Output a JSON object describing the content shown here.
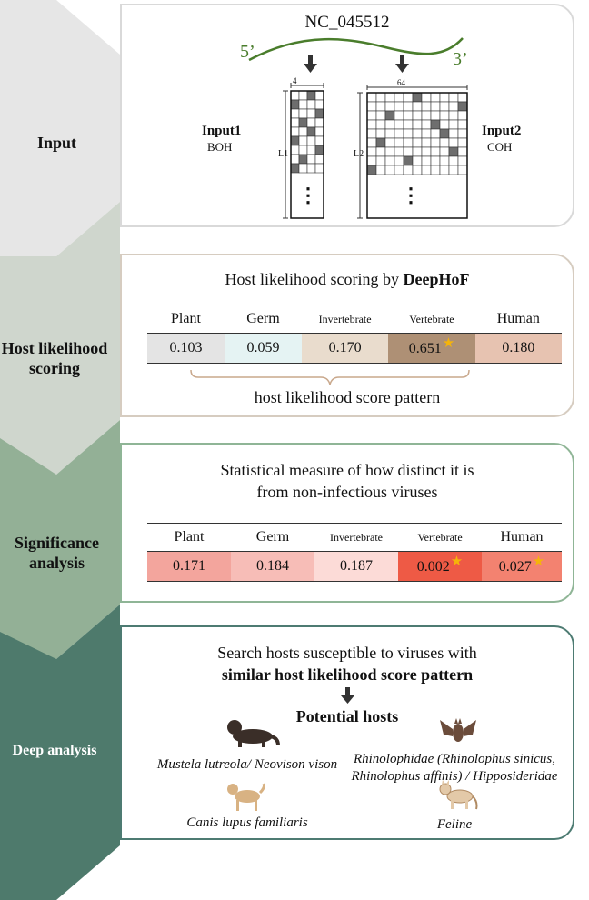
{
  "stages": [
    {
      "label": "Input",
      "color": "#e6e6e6",
      "text_color": "#111111"
    },
    {
      "label": "Host likelihood scoring",
      "color": "#cfd6cd",
      "text_color": "#111111"
    },
    {
      "label": "Significance analysis",
      "color": "#93b096",
      "text_color": "#111111"
    },
    {
      "label": "Deep analysis",
      "color": "#4e7a6c",
      "text_color": "#ffffff"
    }
  ],
  "input": {
    "accession": "NC_045512",
    "five_prime": "5’",
    "three_prime": "3’",
    "input1_label": "Input1",
    "input1_sub": "BOH",
    "input1_width": "4",
    "input1_len": "L1",
    "input2_label": "Input2",
    "input2_sub": "COH",
    "input2_width": "64",
    "input2_len": "L2",
    "ellipsis": "⋮"
  },
  "scoring": {
    "title_prefix": "Host likelihood scoring by ",
    "title_bold": "DeepHoF",
    "headers": [
      "Plant",
      "Germ",
      "Invertebrate",
      "Vertebrate",
      "Human"
    ],
    "values": [
      "0.103",
      "0.059",
      "0.170",
      "0.651",
      "0.180"
    ],
    "colors": [
      "#e4e4e4",
      "#e5f3f3",
      "#e9dccd",
      "#ae9075",
      "#e7c3b1"
    ],
    "starred": [
      false,
      false,
      false,
      true,
      false
    ],
    "pattern_label": "host likelihood score pattern"
  },
  "significance": {
    "title_line1": "Statistical measure of how distinct it is",
    "title_line2": "from non-infectious viruses",
    "headers": [
      "Plant",
      "Germ",
      "Invertebrate",
      "Vertebrate",
      "Human"
    ],
    "values": [
      "0.171",
      "0.184",
      "0.187",
      "0.002",
      "0.027"
    ],
    "colors": [
      "#f3a59d",
      "#f7bdb7",
      "#fcdbd7",
      "#ee5a45",
      "#f38270"
    ],
    "starred": [
      false,
      false,
      false,
      true,
      true
    ]
  },
  "deep": {
    "line1": "Search hosts susceptible to viruses with",
    "line2": "similar host likelihood score pattern",
    "potential_hosts": "Potential hosts",
    "species": [
      "Mustela lutreola/ Neovison vison",
      "Rhinolophidae (Rhinolophus sinicus,",
      "Rhinolophus affinis) / Hipposideridae",
      "Canis lupus familiaris",
      "Feline"
    ]
  }
}
